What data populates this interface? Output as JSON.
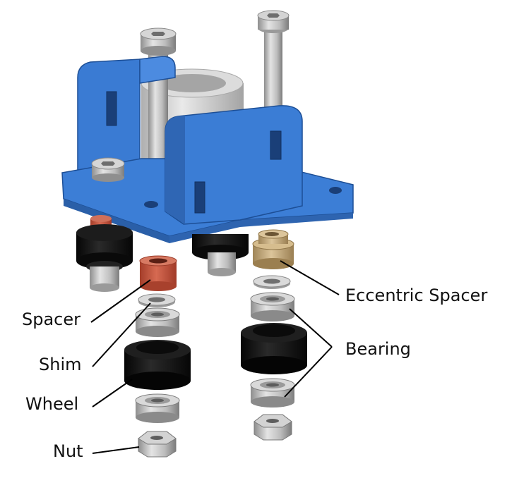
{
  "labels": {
    "spacer": "Spacer",
    "shim": "Shim",
    "wheel": "Wheel",
    "nut": "Nut",
    "eccentric_spacer": "Eccentric Spacer",
    "bearing": "Bearing"
  },
  "colors": {
    "plate_blue": "#3d7fd6",
    "plate_blue_dark": "#2a5fa8",
    "wheel_black": "#141414",
    "spacer_red": "#c7553d",
    "eccentric_tan": "#c8ad80",
    "steel": "#b9b9b9",
    "leader_line": "#000000"
  }
}
